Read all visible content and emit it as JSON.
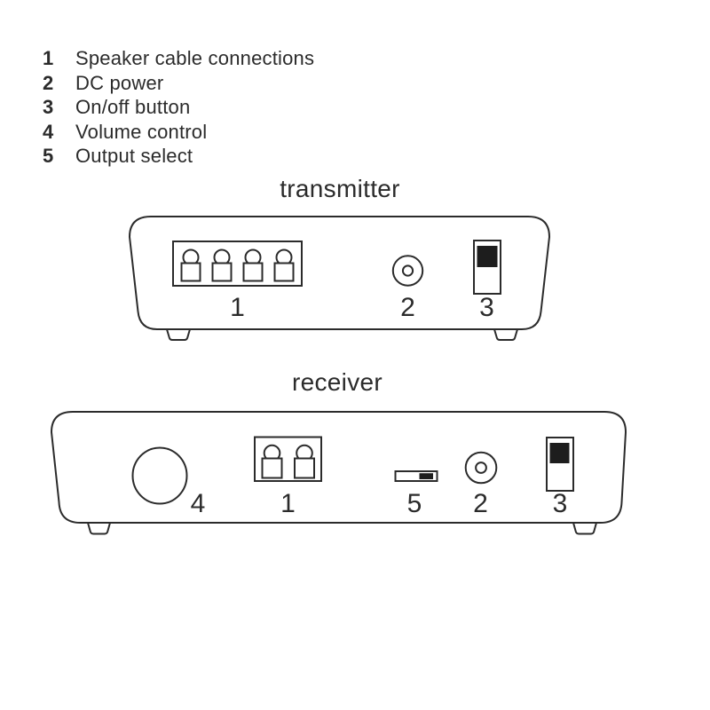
{
  "colors": {
    "line": "#2b2b2b",
    "dark_fill": "#1d1d1d",
    "background": "#ffffff"
  },
  "legend": {
    "items": [
      {
        "num": "1",
        "label": "Speaker cable connections"
      },
      {
        "num": "2",
        "label": "DC power"
      },
      {
        "num": "3",
        "label": "On/off button"
      },
      {
        "num": "4",
        "label": "Volume control"
      },
      {
        "num": "5",
        "label": "Output select"
      }
    ]
  },
  "transmitter": {
    "title": "transmitter",
    "label_speaker": "1",
    "label_dc": "2",
    "label_power": "3"
  },
  "receiver": {
    "title": "receiver",
    "label_volume": "4",
    "label_speaker": "1",
    "label_output": "5",
    "label_dc": "2",
    "label_power": "3"
  }
}
